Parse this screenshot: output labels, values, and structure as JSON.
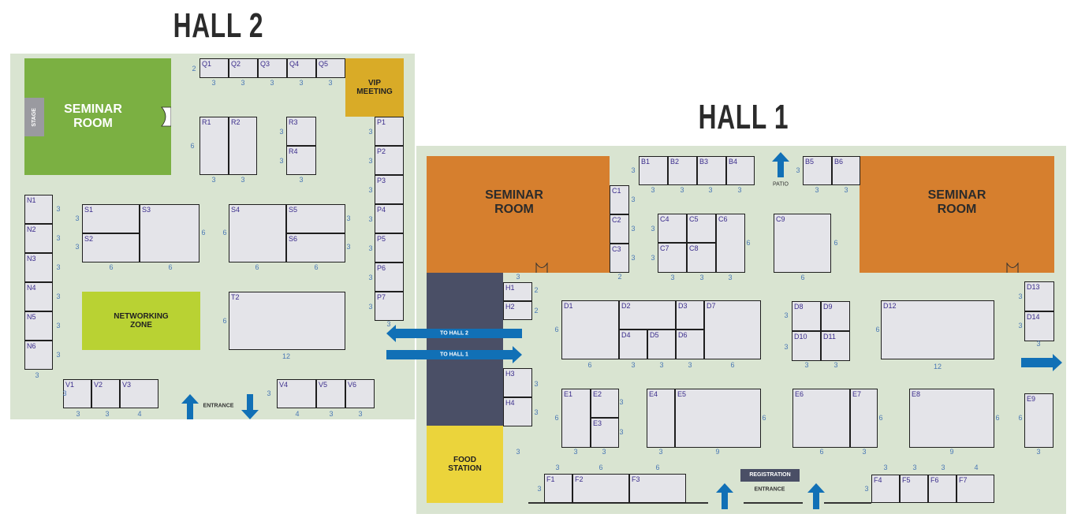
{
  "hall2": {
    "title": "HALL 2",
    "seminar_room": "SEMINAR\nROOM",
    "stage": "STAGE",
    "vip_meeting": "VIP\nMEETING",
    "networking_zone": "NETWORKING\nZONE",
    "entrance": "ENTRANCE",
    "booths": [
      "Q1",
      "Q2",
      "Q3",
      "Q4",
      "Q5",
      "R1",
      "R2",
      "R3",
      "R4",
      "P1",
      "P2",
      "P3",
      "P4",
      "P5",
      "P6",
      "P7",
      "N1",
      "N2",
      "N3",
      "N4",
      "N5",
      "N6",
      "S1",
      "S2",
      "S3",
      "S4",
      "S5",
      "S6",
      "T2",
      "V1",
      "V2",
      "V3",
      "V4",
      "V5",
      "V6"
    ],
    "dimensions": [
      "2",
      "3",
      "3",
      "3",
      "3",
      "3",
      "6",
      "3",
      "3",
      "3",
      "3",
      "3",
      "3",
      "3",
      "3",
      "3",
      "3",
      "3",
      "3",
      "3",
      "3",
      "3",
      "3",
      "3",
      "3",
      "3",
      "3",
      "3",
      "3",
      "6",
      "6",
      "6",
      "6",
      "3",
      "3",
      "6",
      "6",
      "6",
      "12",
      "3",
      "3",
      "3",
      "4",
      "3",
      "4",
      "3",
      "3"
    ]
  },
  "hall1": {
    "title": "HALL 1",
    "seminar_room_left": "SEMINAR\nROOM",
    "seminar_room_right": "SEMINAR\nROOM",
    "food_station": "FOOD\nSTATION",
    "to_hall_2": "TO HALL 2",
    "to_hall_1": "TO HALL 1",
    "patio": "PATIO",
    "registration": "REGISTRATION",
    "entrance": "ENTRANCE",
    "booths": [
      "B1",
      "B2",
      "B3",
      "B4",
      "B5",
      "B6",
      "C1",
      "C2",
      "C3",
      "C4",
      "C5",
      "C6",
      "C7",
      "C8",
      "C9",
      "H1",
      "H2",
      "H3",
      "H4",
      "D1",
      "D2",
      "D3",
      "D4",
      "D5",
      "D6",
      "D7",
      "D8",
      "D9",
      "D10",
      "D11",
      "D12",
      "D13",
      "D14",
      "E1",
      "E2",
      "E3",
      "E4",
      "E5",
      "E6",
      "E7",
      "E8",
      "E9",
      "F1",
      "F2",
      "F3",
      "F4",
      "F5",
      "F6",
      "F7"
    ],
    "dimensions": [
      "3",
      "3",
      "3",
      "3",
      "3",
      "3",
      "3",
      "3",
      "3",
      "3",
      "3",
      "2",
      "3",
      "3",
      "6",
      "3",
      "3",
      "3",
      "6",
      "6",
      "3",
      "2",
      "2",
      "3",
      "3",
      "3",
      "6",
      "6",
      "3",
      "3",
      "3",
      "6",
      "3",
      "3",
      "3",
      "3",
      "6",
      "12",
      "3",
      "3",
      "3",
      "6",
      "3",
      "3",
      "3",
      "3",
      "3",
      "9",
      "6",
      "6",
      "3",
      "6",
      "9",
      "6",
      "6",
      "3",
      "3",
      "6",
      "6",
      "3",
      "3",
      "3",
      "3",
      "4",
      "3"
    ]
  },
  "colors": {
    "floor": "#d9e4d1",
    "seminar_green": "#7bb042",
    "seminar_orange": "#d67f2e",
    "vip": "#d9ab27",
    "networking": "#b9d233",
    "corridor": "#4a4f66",
    "food": "#ebd43b",
    "arrow": "#1170b6"
  }
}
